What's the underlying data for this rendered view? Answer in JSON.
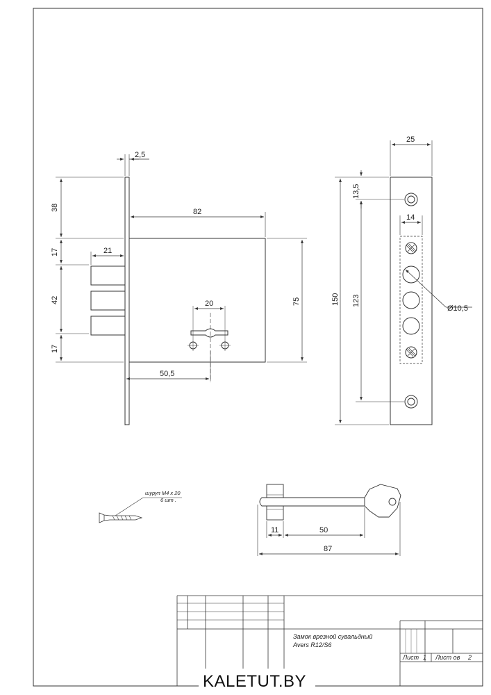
{
  "drawing": {
    "side_view": {
      "faceplate_thickness": "2,5",
      "body_depth": "82",
      "top_offset": "38",
      "bolt_gap_top": "17",
      "bolt_pitch": "42",
      "bolt_gap_bottom": "17",
      "bolt_throw": "21",
      "keyhole_spacing": "20",
      "backset": "50,5",
      "body_height": "75"
    },
    "front_view": {
      "plate_width": "25",
      "screw_offset": "13,5",
      "cylinder_width": "14",
      "total_height": "150",
      "screw_spacing": "123",
      "hole_diameter": "Ø10,5"
    },
    "screw_note": {
      "line1": "шуруп М4 х 20",
      "line2": "6 шт ."
    },
    "key": {
      "collar": "11",
      "shank": "50",
      "total_length": "87"
    }
  },
  "title_block": {
    "title_line1": "Замок врезной сувальдный",
    "title_line2": "Avers R12/S6",
    "sheet_label": "Лист",
    "sheet_number": "1",
    "sheets_label": "Лист ов",
    "sheets_total": "2"
  },
  "watermark": "KALETUT.BY"
}
